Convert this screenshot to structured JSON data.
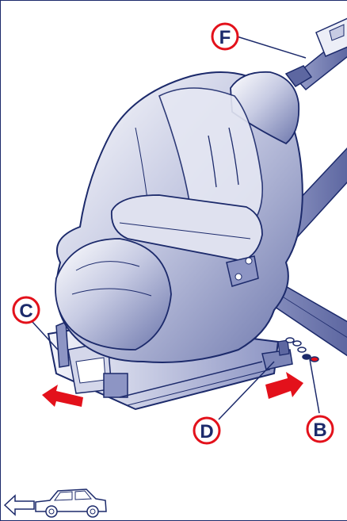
{
  "callouts": {
    "f": "F",
    "c": "C",
    "d": "D",
    "b": "B"
  },
  "colors": {
    "callout_ring": "#e3111b",
    "callout_text": "#1c2a6b",
    "outline": "#1c2a6b",
    "seat_fill": "#a6acd0",
    "belt_fill": "#7d86b8",
    "arrow_red": "#e3111b"
  },
  "icons": {
    "vehicle_direction": "car-outline-icon",
    "direction_arrow": "left-arrow-icon"
  }
}
